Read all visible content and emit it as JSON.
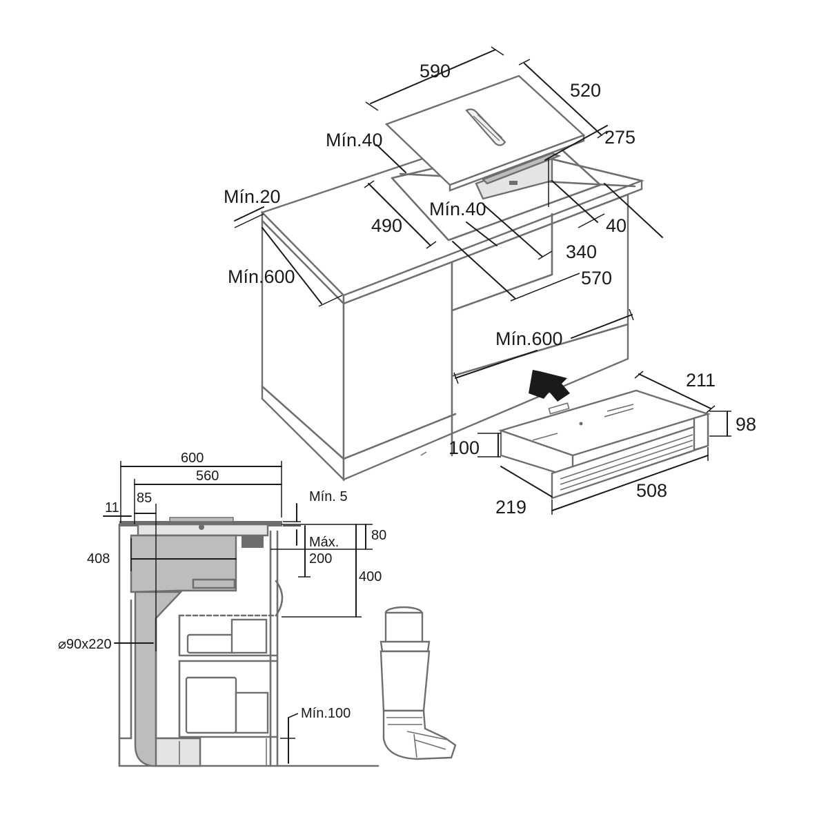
{
  "colors": {
    "outline": "#6e6e6e",
    "dimension": "#1a1a1a",
    "section_fill": "#bdbdbd",
    "light_fill": "#e4e4e4",
    "background": "#ffffff"
  },
  "isometric_view": {
    "hob_width": "590",
    "hob_depth": "520",
    "unit_height": "275",
    "min_clearance_front": "Mín.40",
    "cutout_width": "490",
    "min_clearance_inner": "Mín.40",
    "cutout_depth_40": "40",
    "cutout_340": "340",
    "cutout_570": "570",
    "min_worktop_thickness": "Mín.20",
    "min_worktop_depth": "Mín.600",
    "min_cabinet_width": "Mín.600"
  },
  "motor_unit": {
    "depth": "211",
    "height_right": "98",
    "height_left": "100",
    "width": "508",
    "front_depth": "219"
  },
  "section_view": {
    "total_width": "600",
    "inner_width": "560",
    "offset_11": "11",
    "offset_85": "85",
    "min_gap": "Mín. 5",
    "height_80": "80",
    "max_label": "Máx.",
    "max_value": "200",
    "height_400": "400",
    "height_408": "408",
    "duct_size": "⌀90x220",
    "min_plinth": "Mín.100"
  }
}
